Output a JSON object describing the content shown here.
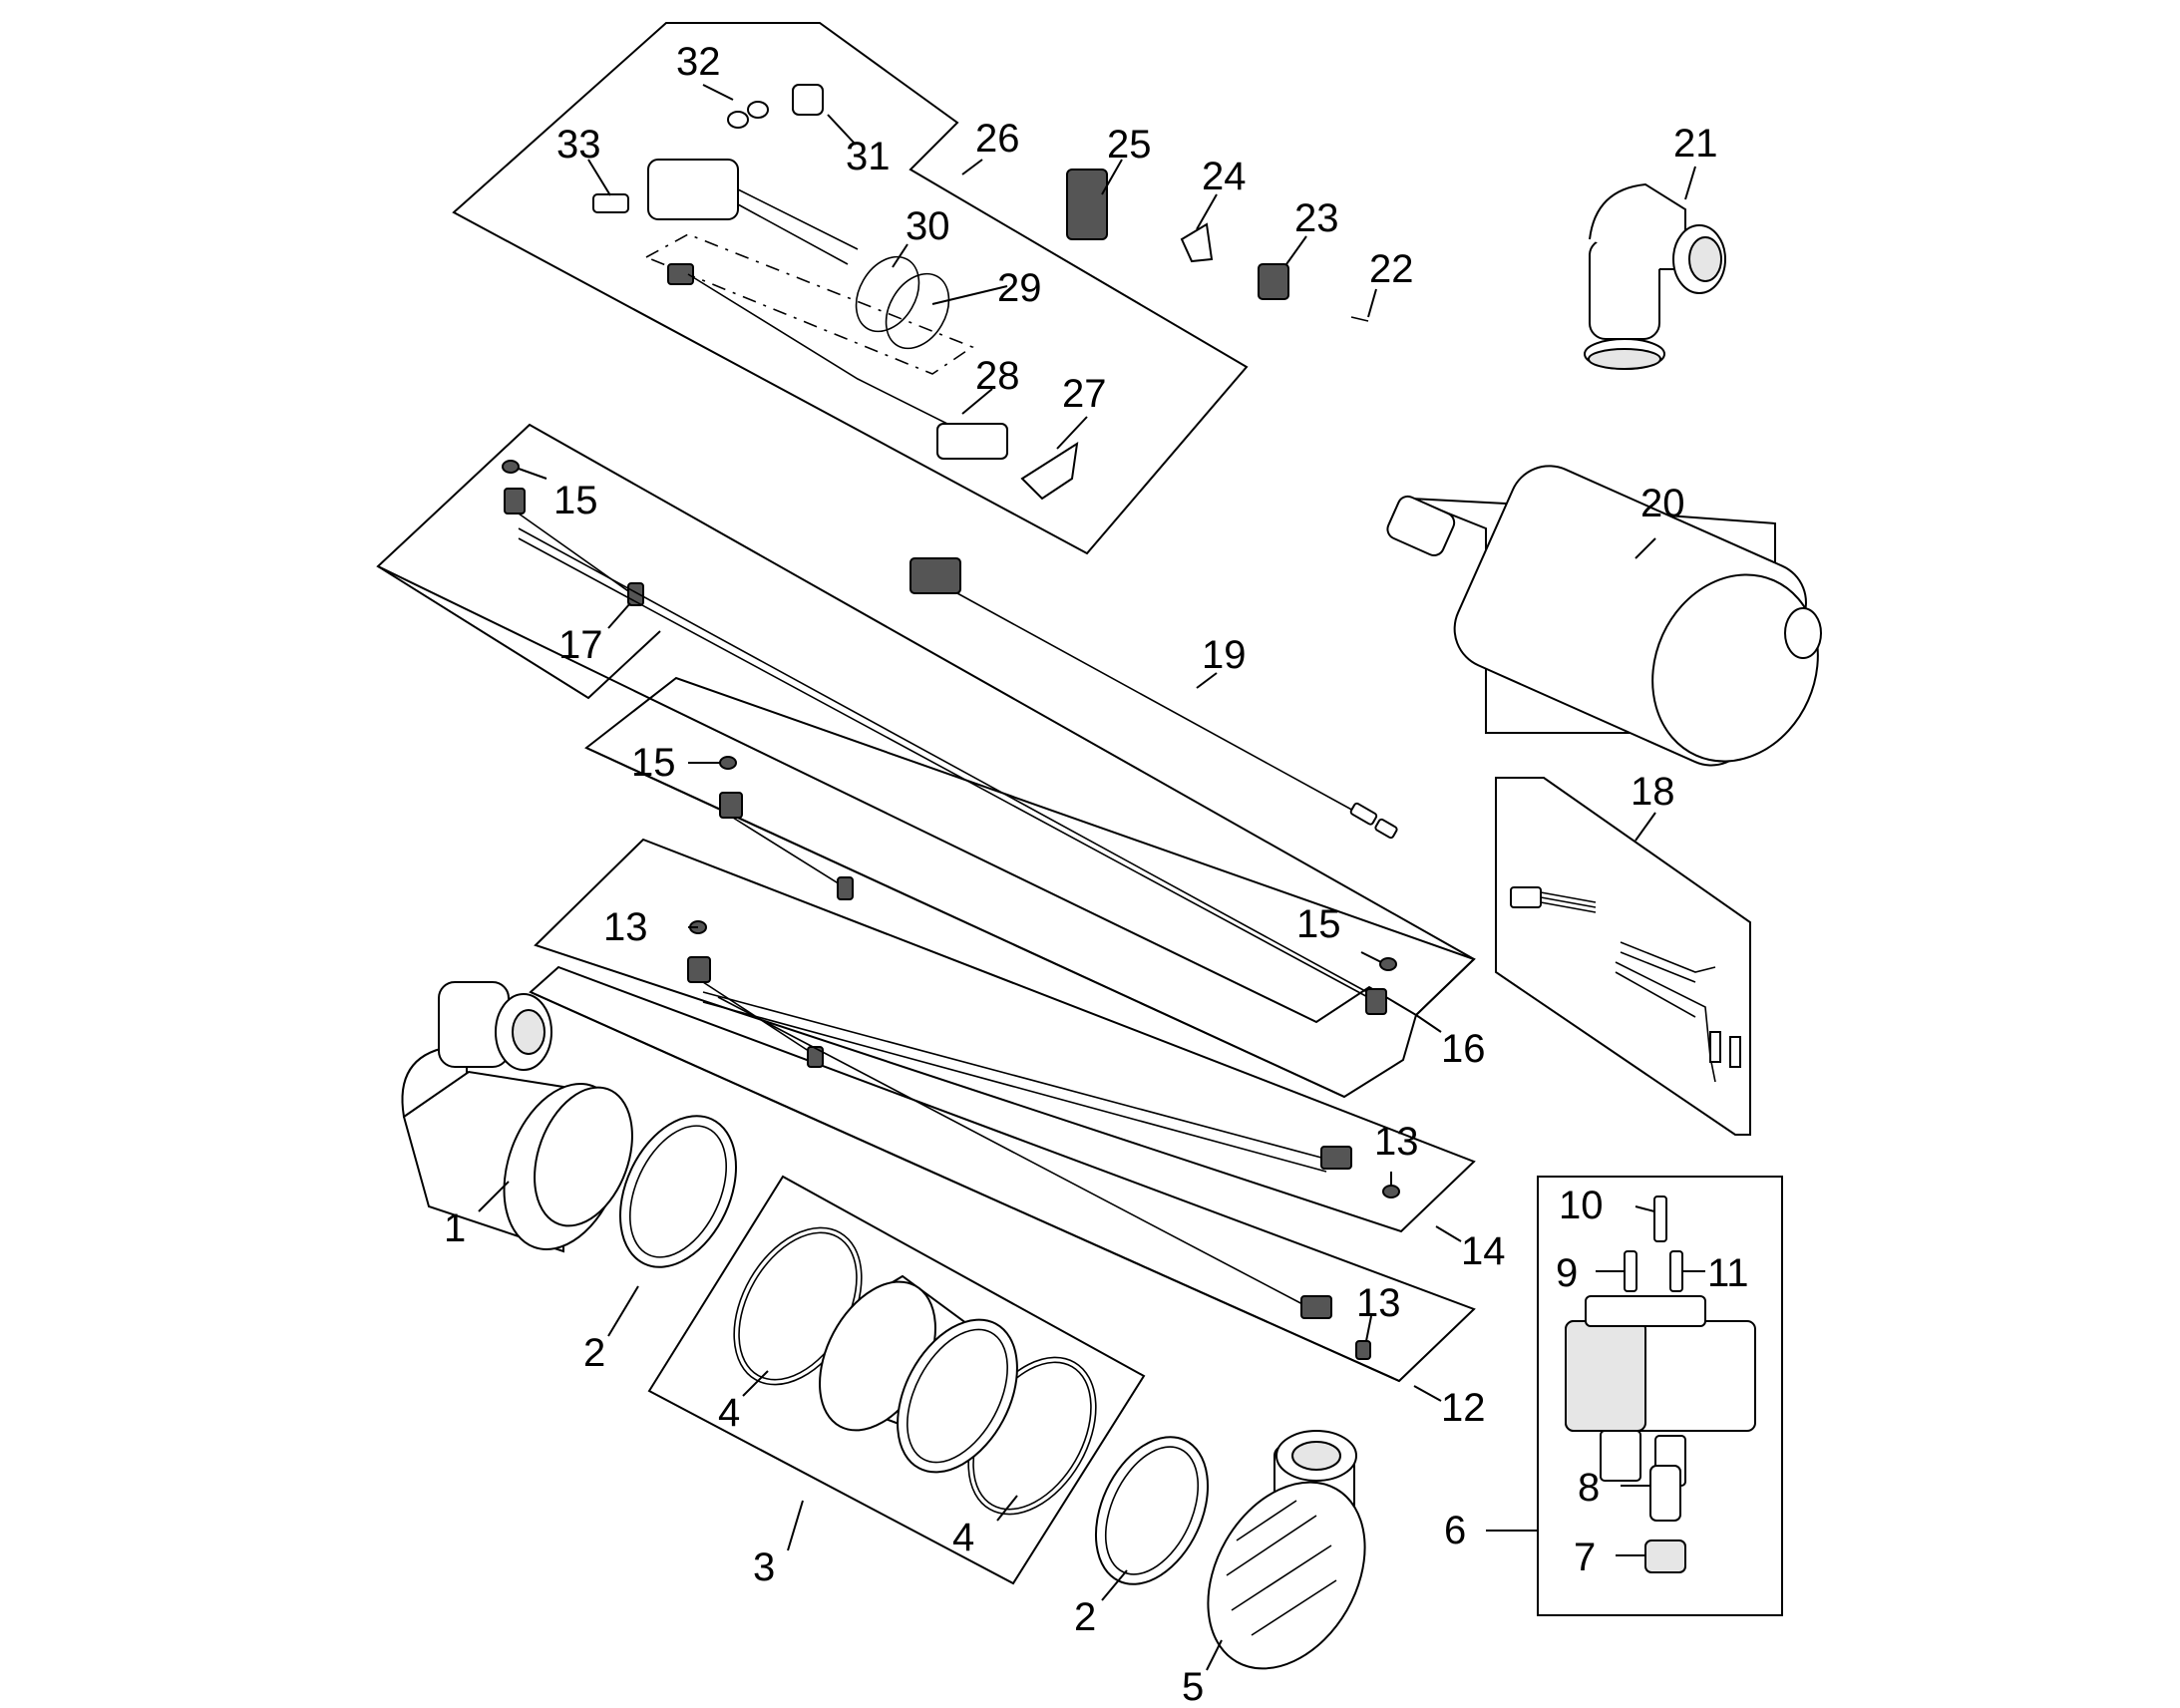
{
  "callouts": [
    {
      "id": "1",
      "text": "1"
    },
    {
      "id": "2a",
      "text": "2"
    },
    {
      "id": "2b",
      "text": "2"
    },
    {
      "id": "3",
      "text": "3"
    },
    {
      "id": "4a",
      "text": "4"
    },
    {
      "id": "4b",
      "text": "4"
    },
    {
      "id": "5",
      "text": "5"
    },
    {
      "id": "6",
      "text": "6"
    },
    {
      "id": "7",
      "text": "7"
    },
    {
      "id": "8",
      "text": "8"
    },
    {
      "id": "9",
      "text": "9"
    },
    {
      "id": "10",
      "text": "10"
    },
    {
      "id": "11",
      "text": "11"
    },
    {
      "id": "12",
      "text": "12"
    },
    {
      "id": "13a",
      "text": "13"
    },
    {
      "id": "13b",
      "text": "13"
    },
    {
      "id": "13c",
      "text": "13"
    },
    {
      "id": "14",
      "text": "14"
    },
    {
      "id": "15a",
      "text": "15"
    },
    {
      "id": "15b",
      "text": "15"
    },
    {
      "id": "15c",
      "text": "15"
    },
    {
      "id": "16",
      "text": "16"
    },
    {
      "id": "17",
      "text": "17"
    },
    {
      "id": "18",
      "text": "18"
    },
    {
      "id": "19",
      "text": "19"
    },
    {
      "id": "20",
      "text": "20"
    },
    {
      "id": "21",
      "text": "21"
    },
    {
      "id": "22",
      "text": "22"
    },
    {
      "id": "23",
      "text": "23"
    },
    {
      "id": "24",
      "text": "24"
    },
    {
      "id": "25",
      "text": "25"
    },
    {
      "id": "26",
      "text": "26"
    },
    {
      "id": "27",
      "text": "27"
    },
    {
      "id": "28",
      "text": "28"
    },
    {
      "id": "29",
      "text": "29"
    },
    {
      "id": "30",
      "text": "30"
    },
    {
      "id": "31",
      "text": "31"
    },
    {
      "id": "32",
      "text": "32"
    },
    {
      "id": "33",
      "text": "33"
    }
  ]
}
